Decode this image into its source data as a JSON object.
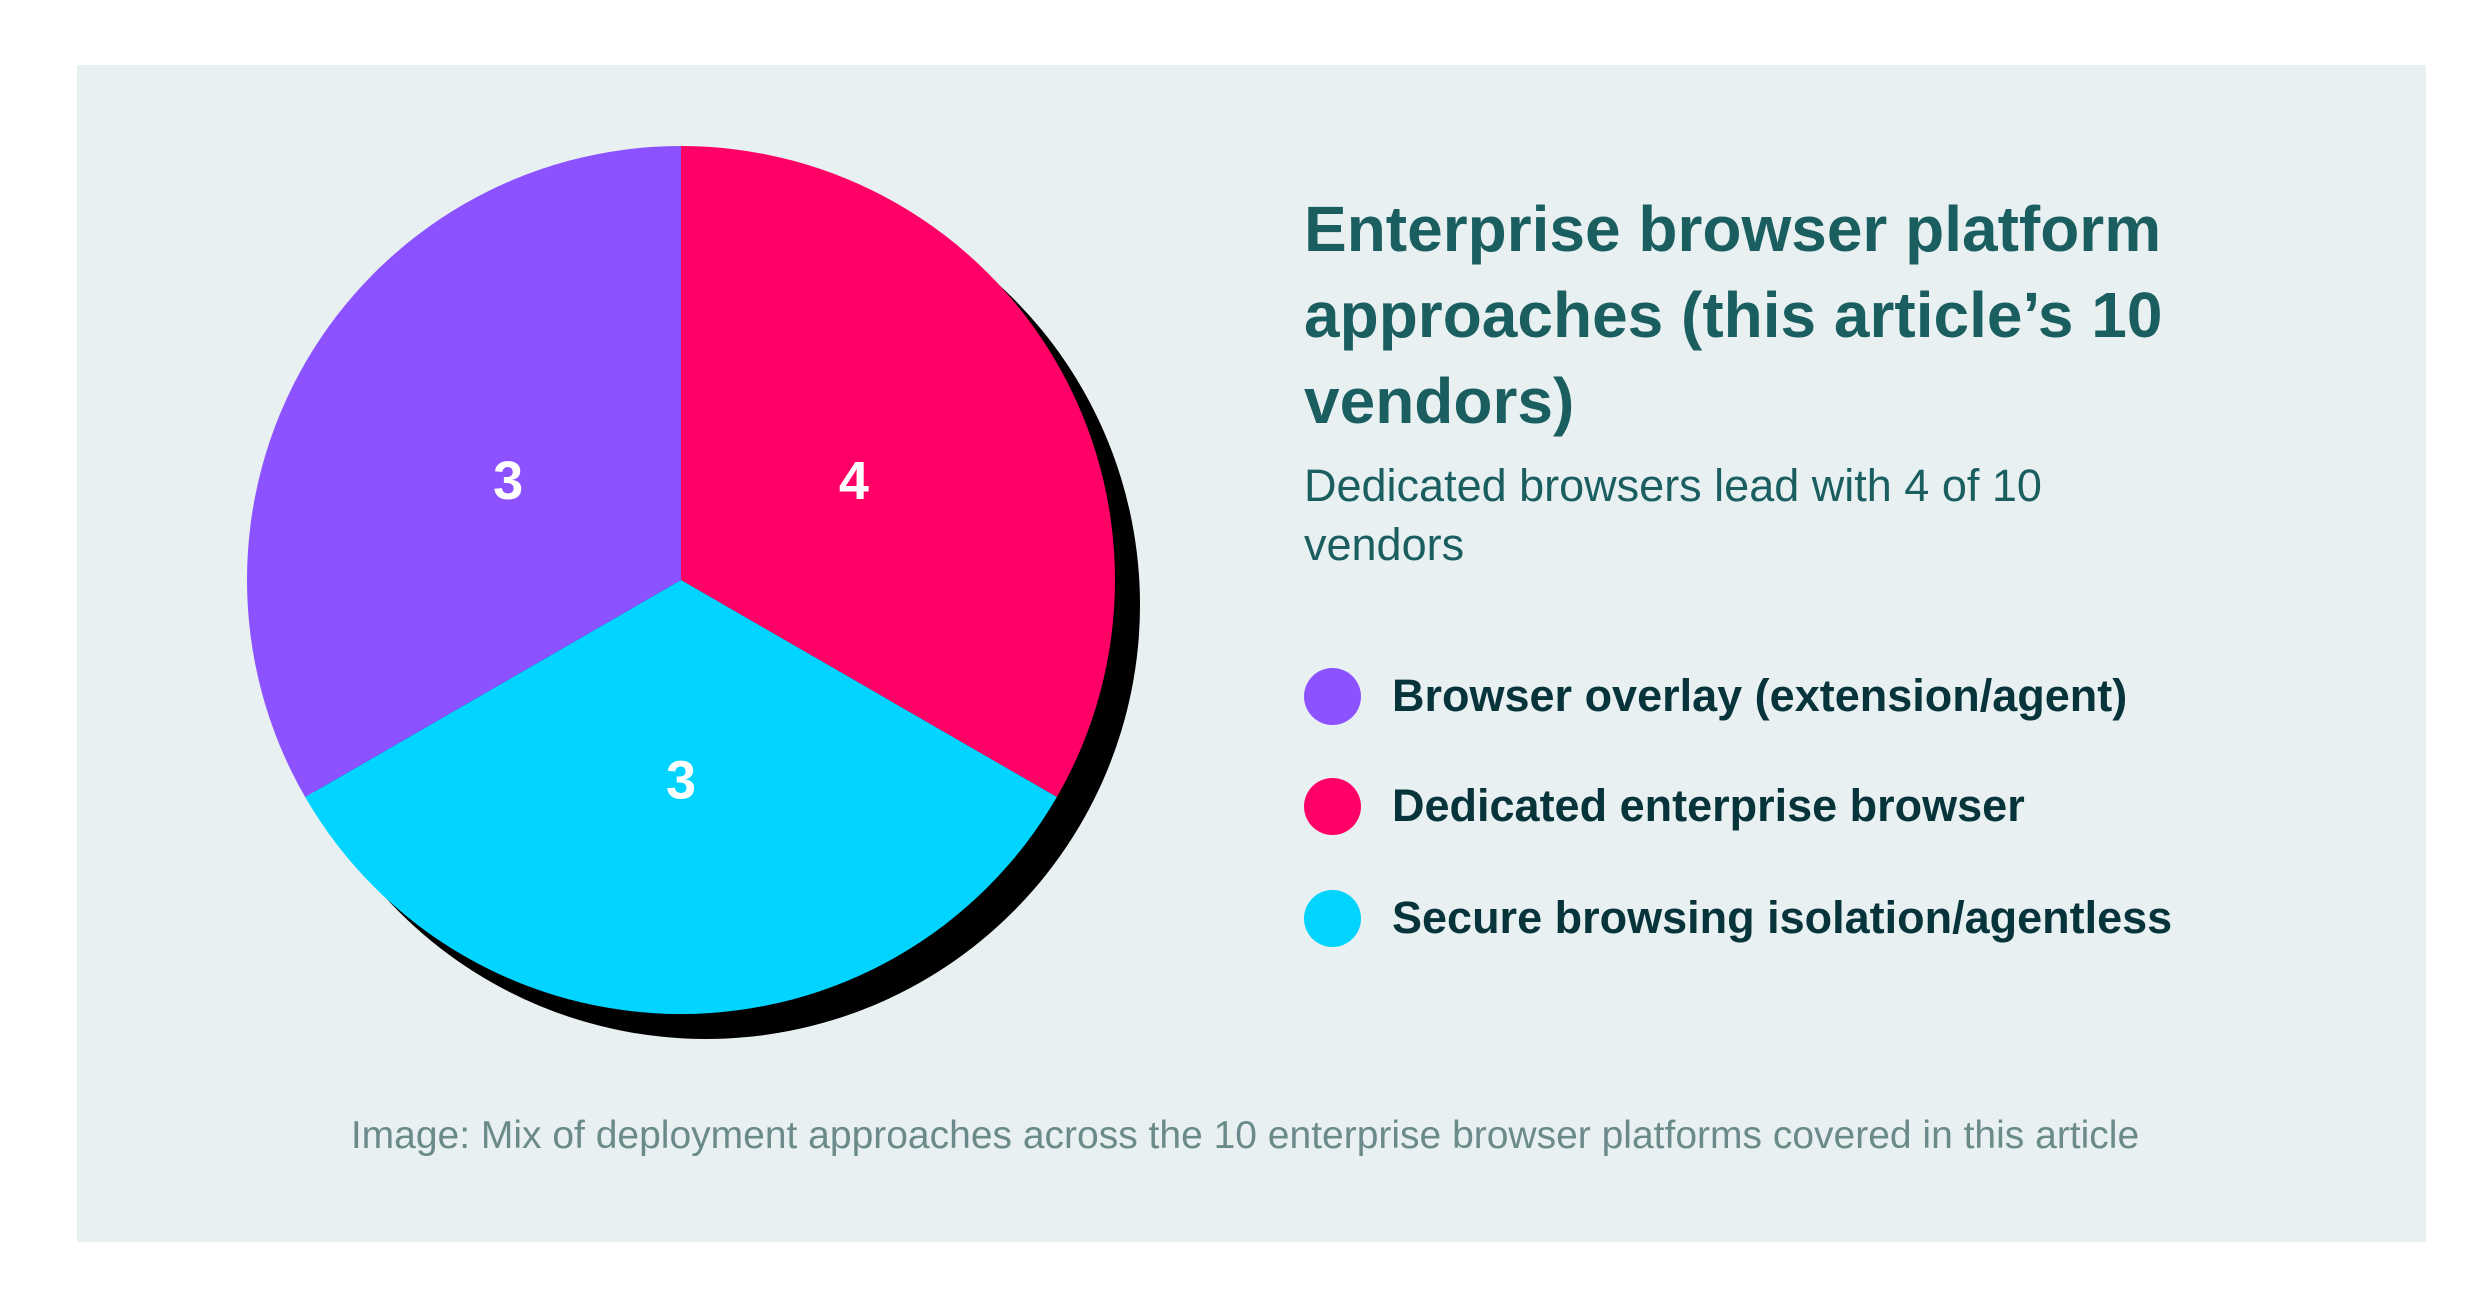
{
  "chart_data": {
    "type": "pie",
    "title": "Enterprise browser platform approaches (this article’s 10 vendors)",
    "subtitle": "Dedicated browsers lead with 4 of 10 vendors",
    "slices": [
      {
        "name": "Dedicated enterprise browser",
        "value": 4,
        "label": "4",
        "color": "#ff0066"
      },
      {
        "name": "Secure browsing isolation/agentless",
        "value": 3,
        "label": "3",
        "color": "#00d4ff"
      },
      {
        "name": "Browser overlay (extension/agent)",
        "value": 3,
        "label": "3",
        "color": "#8c52ff"
      }
    ],
    "legend": [
      {
        "label": "Browser overlay (extension/agent)",
        "color": "#8c52ff"
      },
      {
        "label": "Dedicated enterprise browser",
        "color": "#ff0066"
      },
      {
        "label": "Secure browsing isolation/agentless",
        "color": "#00d4ff"
      }
    ],
    "legend_placement": "right",
    "caption": "Image: Mix of deployment approaches across the 10 enterprise browser platforms covered in this article"
  }
}
